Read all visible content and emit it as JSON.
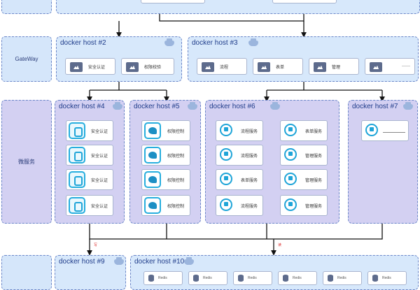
{
  "layers": {
    "gateway": "GateWay",
    "microservice": "微服务"
  },
  "hosts": {
    "h2": "docker host #2",
    "h3": "docker host #3",
    "h4": "docker host #4",
    "h5": "docker host #5",
    "h6": "docker host #6",
    "h7": "docker host #7",
    "h9": "docker host #9",
    "h10": "docker host #10"
  },
  "gateway_cards": {
    "h2": [
      "安全认证",
      "权限校验"
    ],
    "h3": [
      "流程",
      "表单",
      "管理"
    ]
  },
  "services": {
    "h4": [
      "安全认证",
      "安全认证",
      "安全认证",
      "安全认证"
    ],
    "h5": [
      "权限控制",
      "权限控制",
      "权限控制",
      "权限控制"
    ],
    "h6_left": [
      "流程服务",
      "流程服务",
      "表单服务",
      "流程服务"
    ],
    "h6_right": [
      "表单服务",
      "管理服务",
      "管理服务",
      "管理服务"
    ]
  },
  "edge_labels": {
    "left": "写",
    "right": "读"
  },
  "db_label": "Redis",
  "colors": {
    "layer_blue": "#d5e6fa",
    "layer_purple": "#d3d0f2",
    "border": "#6b86c8",
    "title": "#1f3c8a",
    "icon_cyan": "#27aede"
  }
}
